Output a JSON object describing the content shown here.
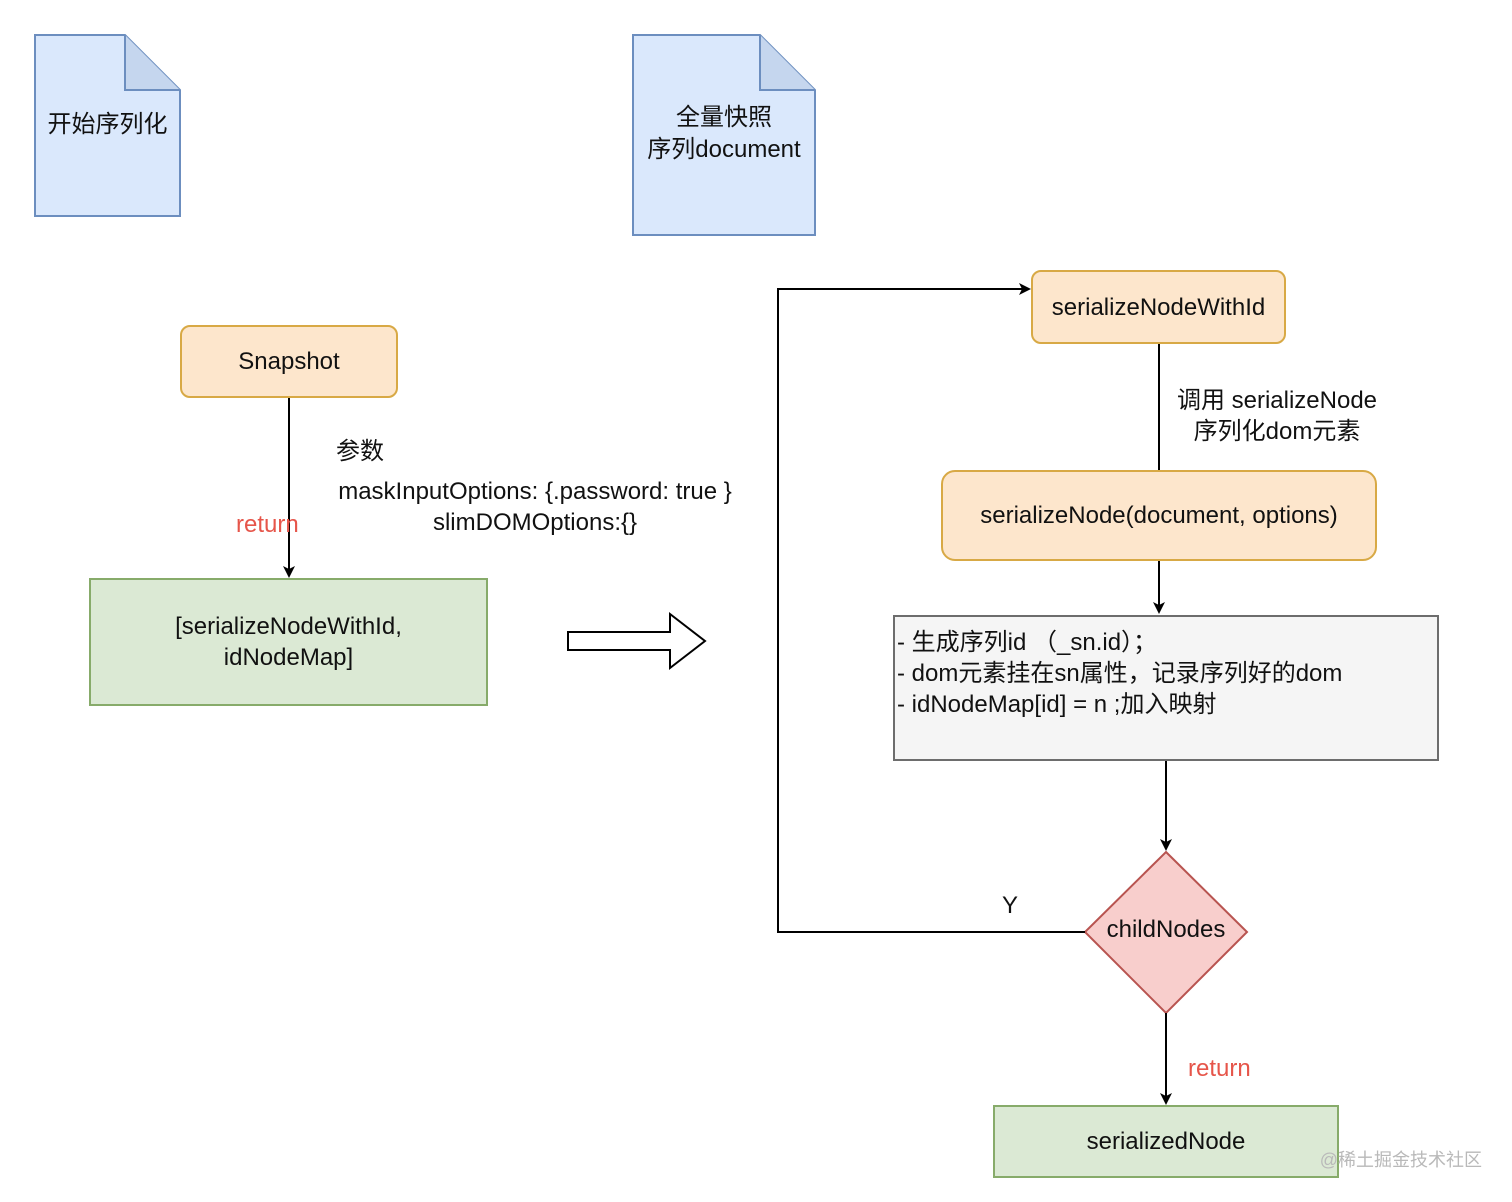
{
  "docs": {
    "start": "开始序列化",
    "full_snapshot_line1": "全量快照",
    "full_snapshot_line2": "序列document"
  },
  "nodes": {
    "snapshot": "Snapshot",
    "result_line1": "[serializeNodeWithId,",
    "result_line2": "idNodeMap]",
    "serialize_with_id": "serializeNodeWithId",
    "serialize_node": "serializeNode(document, options)",
    "steps": [
      "- 生成序列id （_sn.id）；",
      "- dom元素挂在sn属性，记录序列好的dom",
      "- idNodeMap[id] = n ;加入映射"
    ],
    "decision": "childNodes",
    "serialized": "serializedNode"
  },
  "labels": {
    "params_title": "参数",
    "params_line1": "maskInputOptions: {.password: true }",
    "params_line2": "slimDOMOptions:{}",
    "return_left": "return",
    "call_line1": "调用 serializeNode",
    "call_line2": "序列化dom元素",
    "yes": "Y",
    "return_right": "return"
  },
  "watermark": "@稀土掘金技术社区",
  "colors": {
    "doc_fill": "#dae8fc",
    "doc_stroke": "#6c8ebf",
    "orange_fill": "#fde6cc",
    "green_fill": "#dbe9d4",
    "decision_fill": "#f8cecc",
    "decision_stroke": "#b85450",
    "return_text": "#e6554a"
  }
}
